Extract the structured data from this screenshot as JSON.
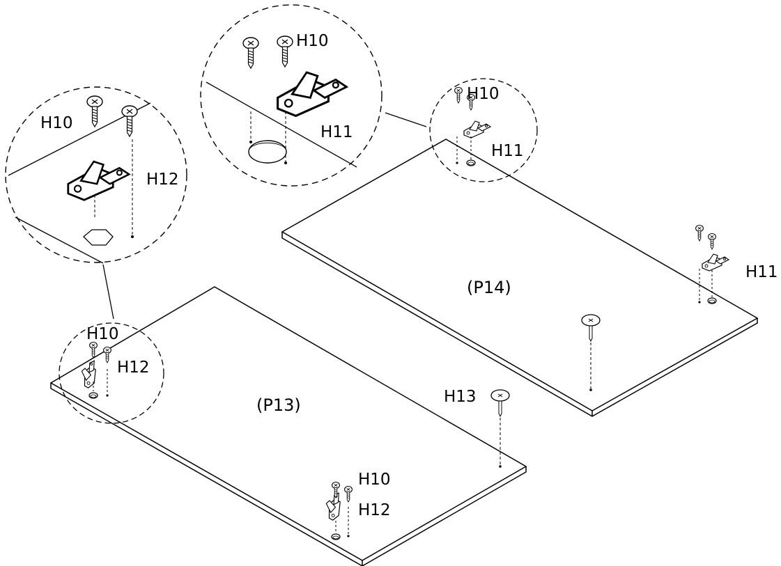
{
  "panels": {
    "p13": "(P13)",
    "p14": "(P14)"
  },
  "labels": {
    "h10": "H10",
    "h11": "H11",
    "h12": "H12",
    "h13": "H13"
  },
  "colors": {
    "line": "#000000",
    "background": "#ffffff",
    "hinge_fill": "#ffffff"
  },
  "icons": [
    "screw-icon",
    "hinge-icon",
    "cam-lock-icon",
    "hinge-cup-hole-icon"
  ]
}
